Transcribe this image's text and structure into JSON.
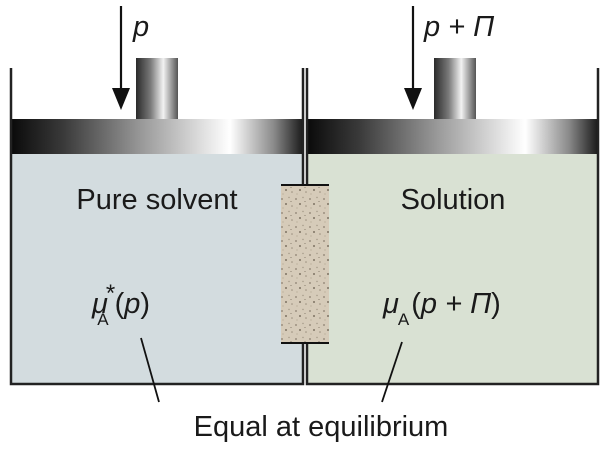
{
  "left_chamber": {
    "pressure_label": "p",
    "region_label": "Pure solvent",
    "potential": {
      "symbol": "μ",
      "subscript": "A",
      "superscript": "*",
      "argument": "p"
    }
  },
  "right_chamber": {
    "pressure_label": "p + Π",
    "region_label": "Solution",
    "potential": {
      "symbol": "μ",
      "subscript": "A",
      "argument": "p + Π"
    }
  },
  "caption": "Equal at equilibrium",
  "colors": {
    "pure_solvent_fill": "#d3dcdf",
    "solution_fill": "#d9e1d3",
    "membrane_fill": "#d6cbb9",
    "outline": "#222222"
  }
}
